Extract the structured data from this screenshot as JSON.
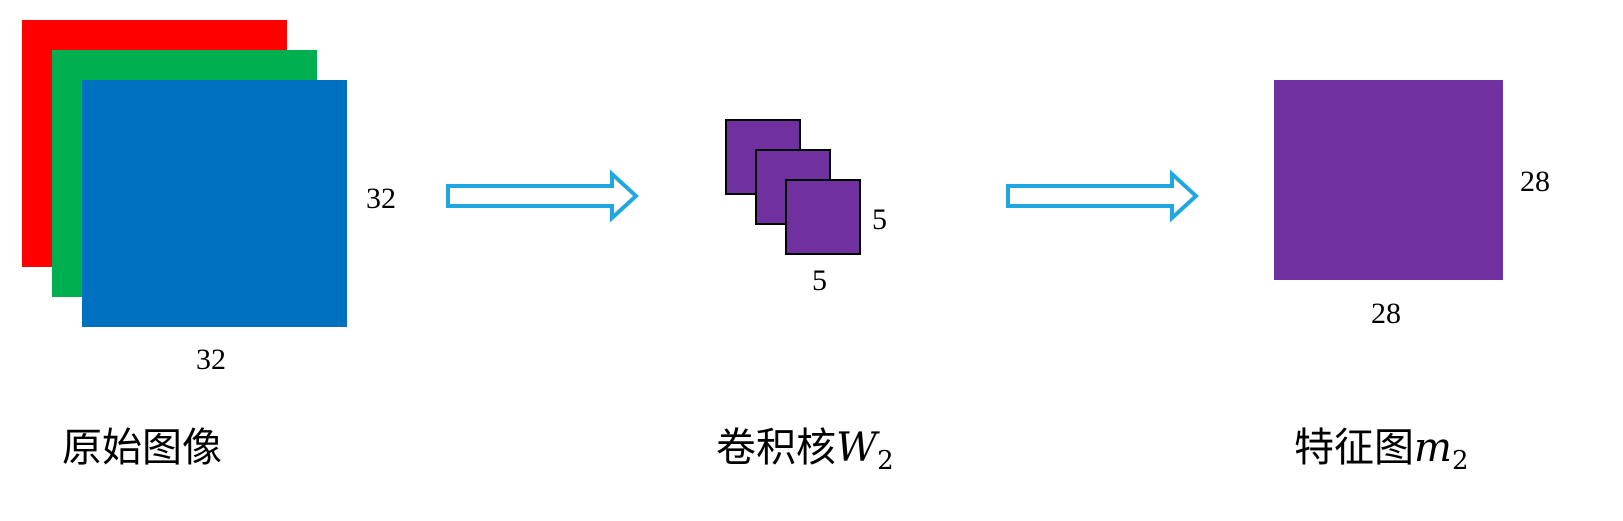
{
  "colors": {
    "channel_red": "#ff0000",
    "channel_green": "#00b050",
    "channel_blue": "#0070c0",
    "kernel_purple": "#7030a0",
    "feature_purple": "#7030a0",
    "arrow_outline": "#1fa8e0",
    "kernel_border": "#000000"
  },
  "input_image": {
    "caption": "原始图像",
    "height_label": "32",
    "width_label": "32",
    "channels": [
      "red-channel",
      "green-channel",
      "blue-channel"
    ]
  },
  "kernel": {
    "caption_text": "卷积核",
    "caption_symbol": "W",
    "caption_subscript": "2",
    "height_label": "5",
    "width_label": "5",
    "count": 3
  },
  "feature_map": {
    "caption_text": "特征图",
    "caption_symbol": "m",
    "caption_subscript": "2",
    "height_label": "28",
    "width_label": "28"
  },
  "arrows": [
    "input-to-kernel-arrow",
    "kernel-to-feature-arrow"
  ]
}
